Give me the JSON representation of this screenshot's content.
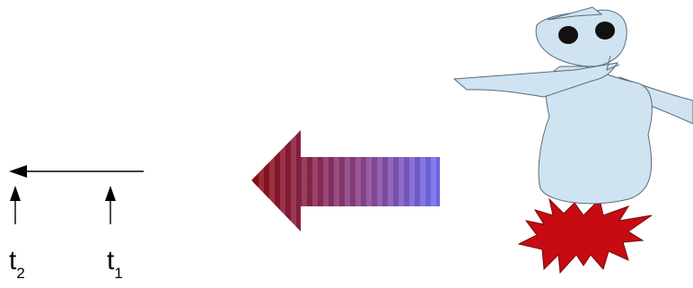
{
  "timeline": {
    "label_t2_main": "t",
    "label_t2_sub": "2",
    "label_t1_main": "t",
    "label_t1_sub": "1"
  },
  "colors": {
    "background": "#ffffff",
    "line": "#000000",
    "arrow_start": "#8b0a10",
    "arrow_mid": "#8a3a8f",
    "arrow_end": "#6e6cf2",
    "figure_fill": "#cfe3f1",
    "figure_stroke": "#5a6b78",
    "eye": "#111111",
    "explosion_fill": "#c60b12",
    "explosion_stroke": "#7a0a0c"
  },
  "icons": {
    "motion_arrow": "left-arrow-gradient",
    "figure": "cartoon-character",
    "explosion": "burst-star"
  }
}
